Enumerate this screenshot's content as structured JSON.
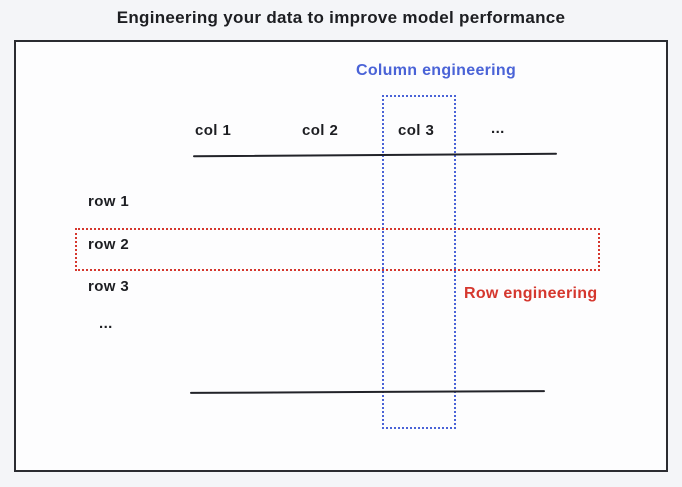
{
  "title": "Engineering your data to improve model performance",
  "annotations": {
    "column_engineering": {
      "label": "Column engineering",
      "color": "#4a63d7",
      "highlights_column": "col 3"
    },
    "row_engineering": {
      "label": "Row engineering",
      "color": "#d5372e",
      "highlights_row": "row 2"
    }
  },
  "table": {
    "columns": [
      "col 1",
      "col 2",
      "col 3",
      "..."
    ],
    "rows": [
      "row 1",
      "row 2",
      "row 3",
      "..."
    ]
  },
  "colors": {
    "background": "#f4f5f8",
    "canvas_fill": "#fdfdfe",
    "canvas_border": "#2b2c31",
    "text": "#1d1e22",
    "line": "#222329",
    "column_accent": "#4a63d7",
    "row_accent": "#d5372e"
  }
}
